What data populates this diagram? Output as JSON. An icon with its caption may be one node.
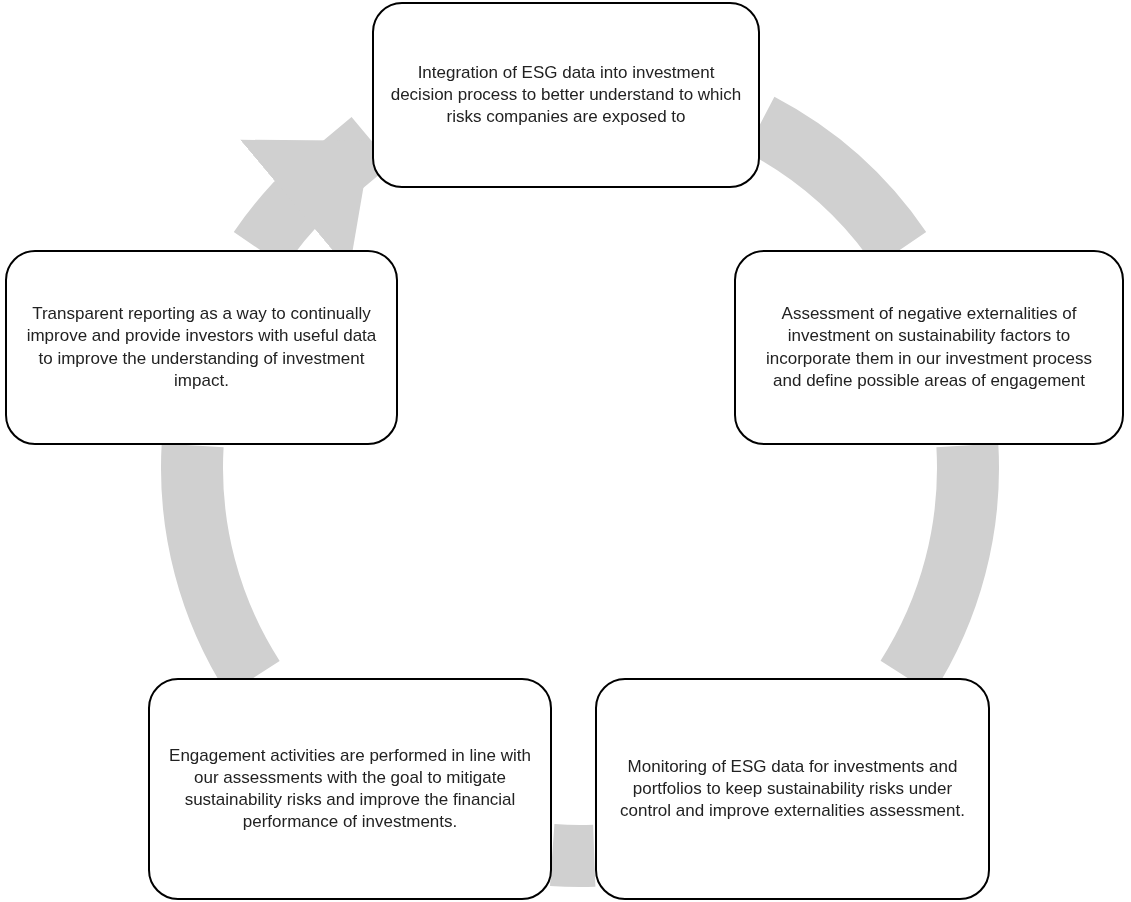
{
  "diagram": {
    "nodes": [
      {
        "text": [
          "Integration of ESG data into investment decision process to better understand to which risks companies are exposed to"
        ]
      },
      {
        "text": [
          "Assessment of negative externalities of investment on sustainability factors to incorporate them in our investment process and define possible areas of engagement"
        ]
      },
      {
        "text": [
          "Monitoring of ESG data for investments and portfolios to keep sustainability risks under control and improve externalities assessment."
        ]
      },
      {
        "text": [
          "Engagement activities are performed in line with our assessments with the goal to mitigate sustainability risks and improve the financial performance of investments."
        ]
      },
      {
        "text": [
          "Transparent reporting as a way to continually improve and provide investors with useful data to improve the understanding of investment impact."
        ]
      }
    ],
    "edges": [
      {
        "from": 0,
        "to": 1,
        "arrow": "none"
      },
      {
        "from": 1,
        "to": 2,
        "arrow": "none"
      },
      {
        "from": 2,
        "to": 3,
        "arrow": "none"
      },
      {
        "from": 3,
        "to": 4,
        "arrow": "none"
      },
      {
        "from": 4,
        "to": 0,
        "arrow": "to"
      }
    ]
  }
}
